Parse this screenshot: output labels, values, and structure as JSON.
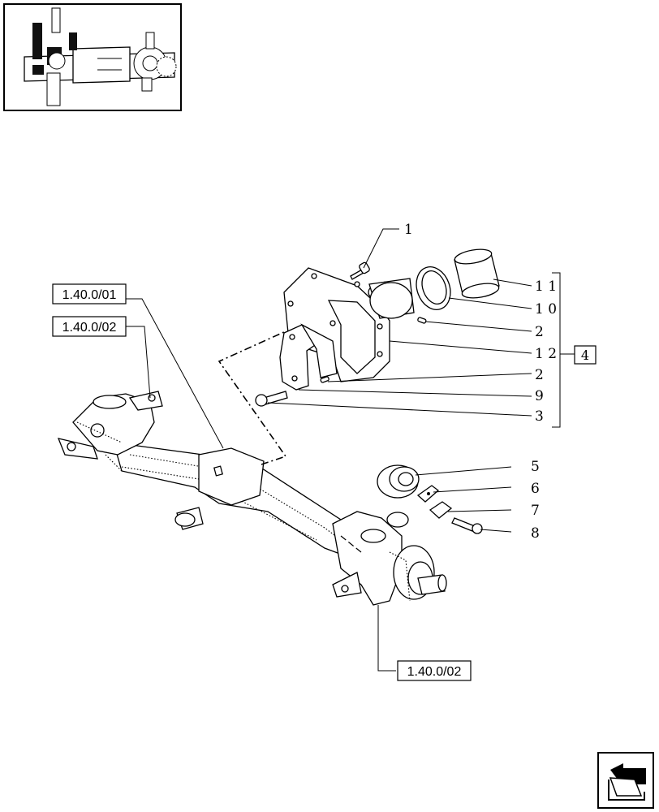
{
  "thumbnail": {
    "icon": "axle-assembly-thumbnail-icon"
  },
  "references": {
    "ref_top": "1.40.0/01",
    "ref_mid": "1.40.0/02",
    "ref_bottom": "1.40.0/02"
  },
  "callouts": {
    "c1": "1",
    "c11": "1 1",
    "c10": "1 0",
    "c2a": "2",
    "c12": "1 2",
    "c2b": "2",
    "c9": "9",
    "c3": "3",
    "c5": "5",
    "c6": "6",
    "c7": "7",
    "c8": "8"
  },
  "kit_box": {
    "label": "4"
  },
  "nav": {
    "icon": "next-page-arrow-icon"
  }
}
